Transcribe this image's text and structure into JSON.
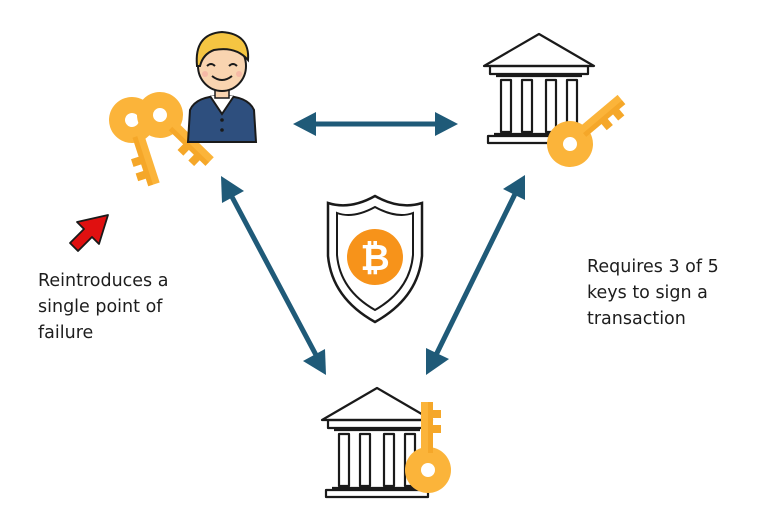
{
  "annotations": {
    "left": [
      "Reintroduces a",
      "single point of",
      "failure"
    ],
    "right": [
      "Requires 3 of 5",
      "keys to sign a",
      "transaction"
    ]
  },
  "icons": {
    "user": "person-avatar-icon",
    "bank": "bank-building-icon",
    "key": "key-icon",
    "shield": "bitcoin-shield-icon",
    "alert": "red-arrow-icon"
  },
  "colors": {
    "arrow": "#1f5a78",
    "key_fill": "#fbb43a",
    "key_shade": "#f19c1b",
    "bitcoin": "#f7931a",
    "alert_arrow": "#e01010",
    "shirt": "#2e4f7e",
    "hair": "#f5c542",
    "skin": "#f9d4b0",
    "outline": "#1a1a1a"
  }
}
